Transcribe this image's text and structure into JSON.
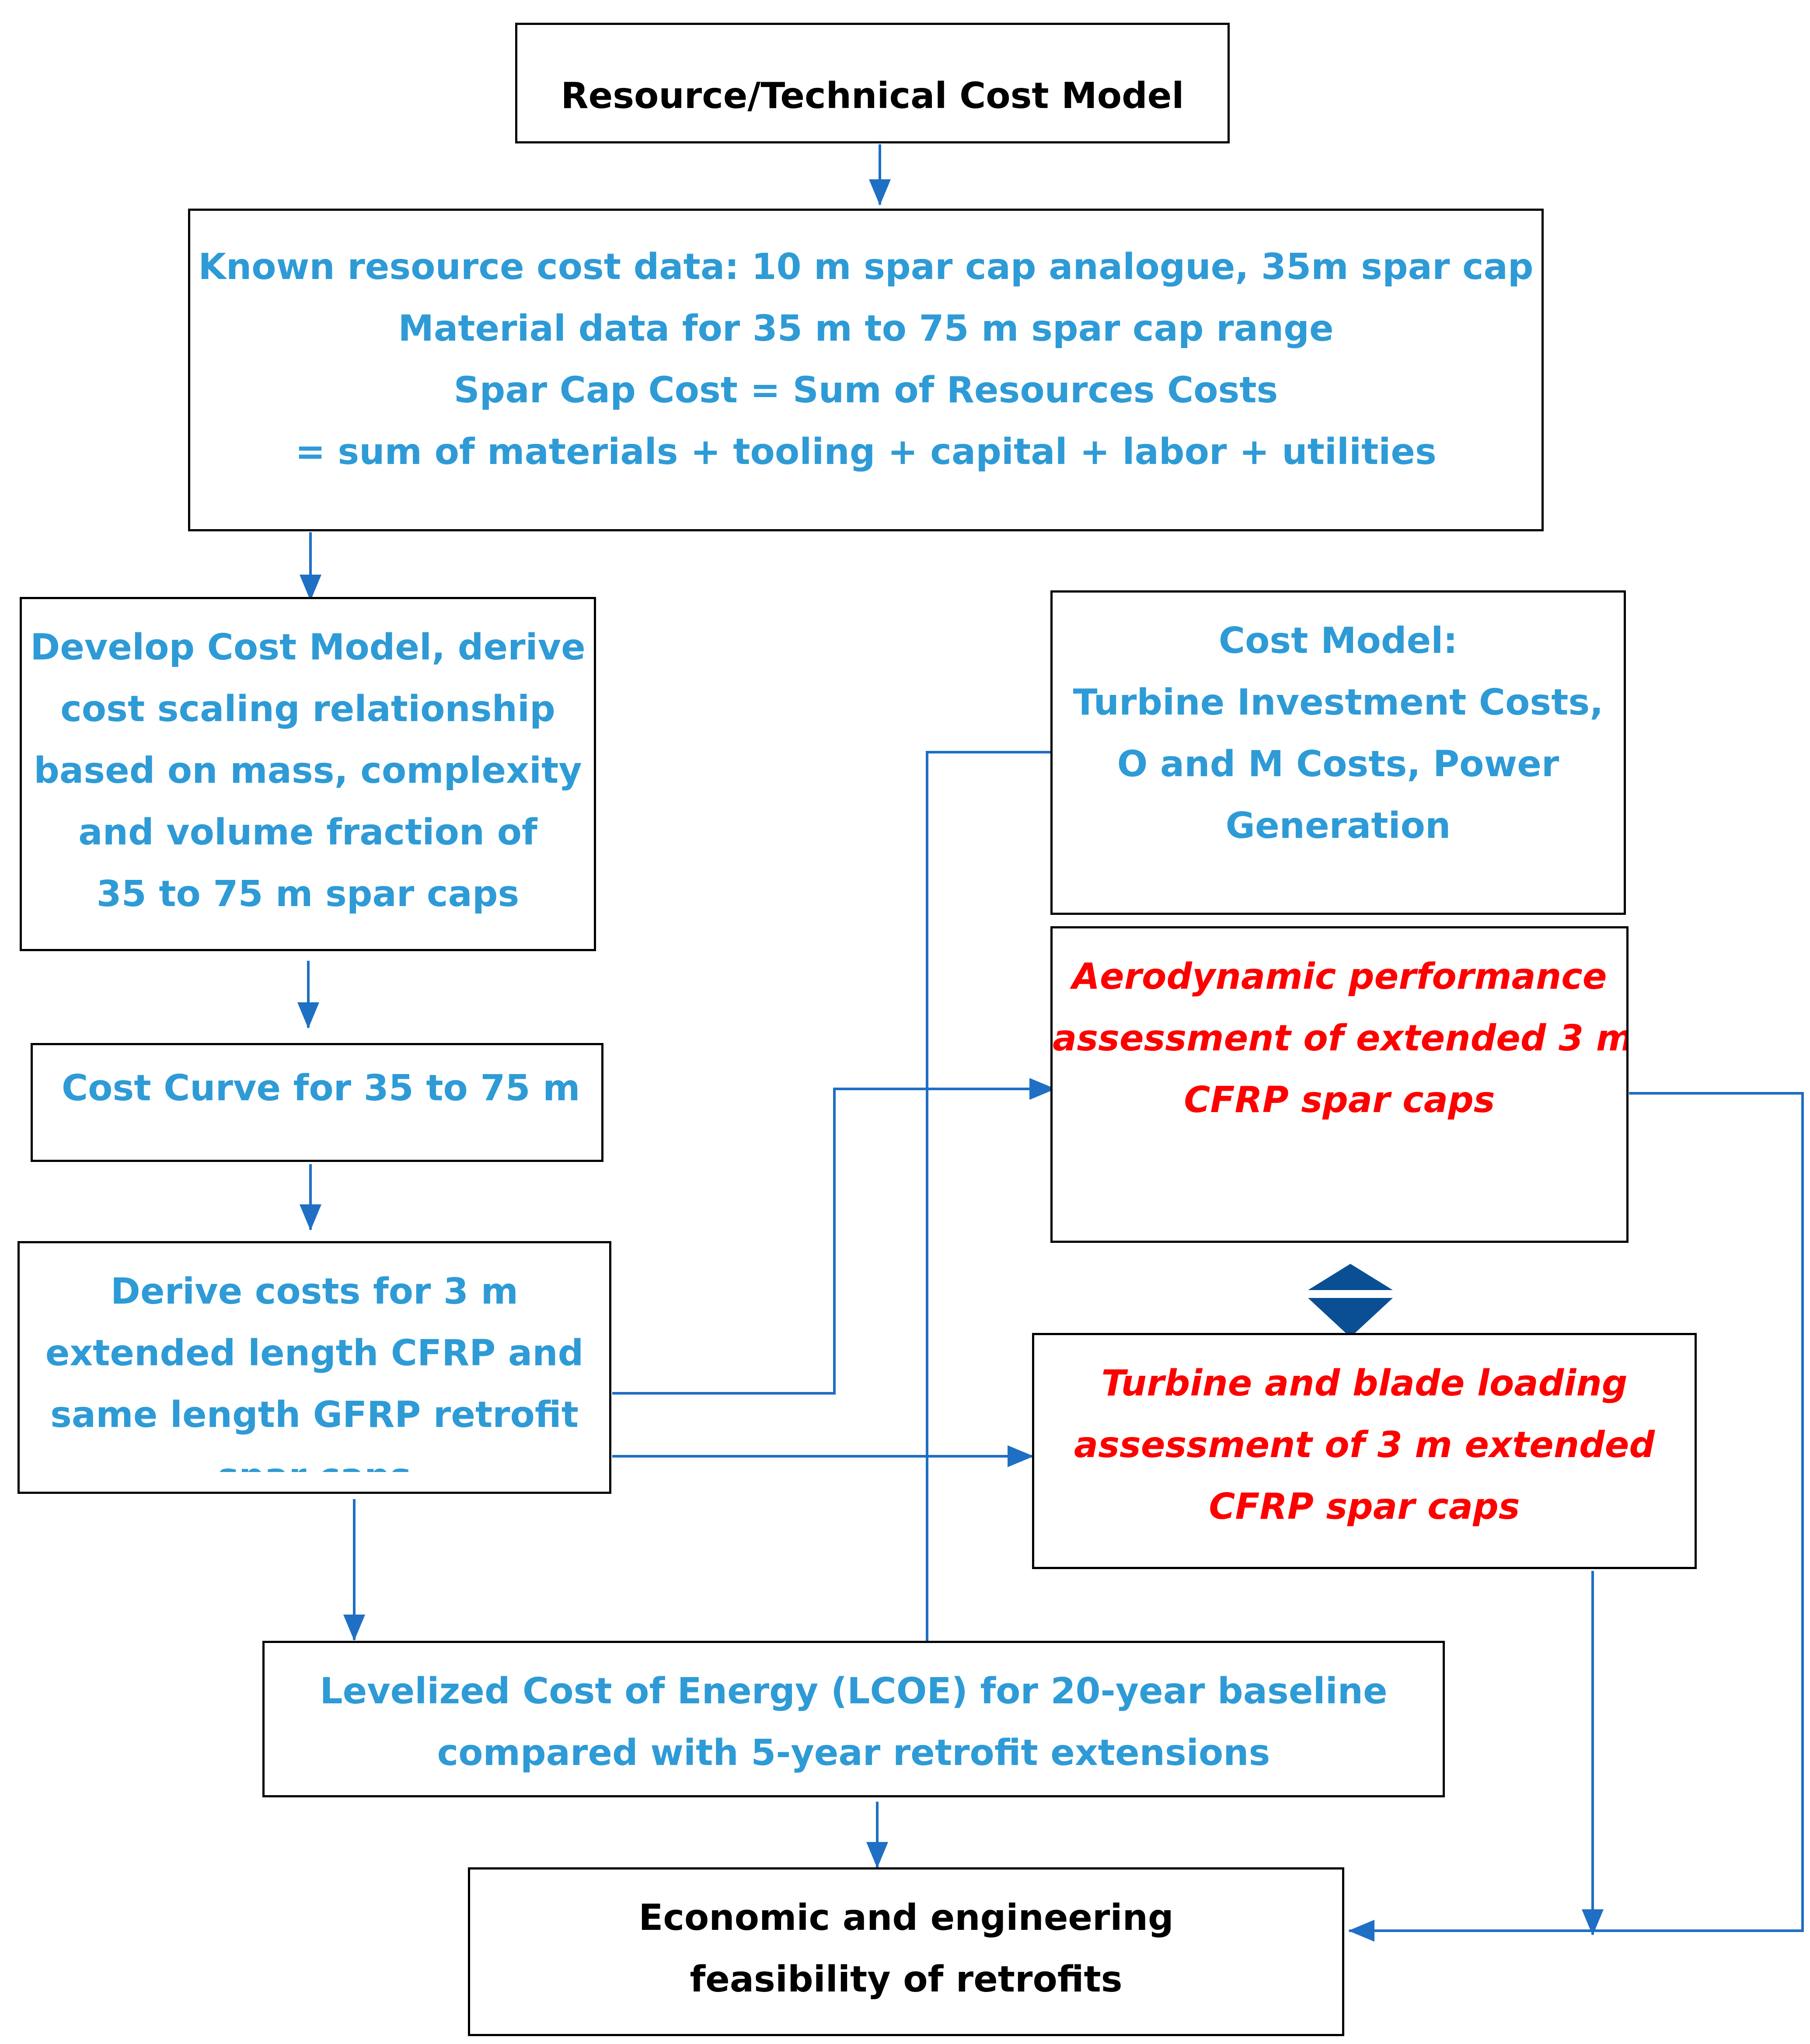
{
  "colors": {
    "accent_text": "#2e9bd6",
    "highlight_text": "#ff0000",
    "connector": "#1f6fc4",
    "double_arrow": "#0a4f94",
    "border": "#000000"
  },
  "nodes": {
    "resource_model": {
      "lines": [
        "Resource/Technical Cost Model"
      ]
    },
    "known_data": {
      "lines": [
        "Known resource cost data: 10 m spar cap analogue, 35m spar cap",
        "Material data for 35 m to 75 m spar cap range",
        "Spar Cap Cost = Sum of Resources Costs",
        "= sum of materials + tooling + capital + labor + utilities"
      ]
    },
    "develop_model": {
      "lines": [
        "Develop Cost Model, derive",
        "cost scaling relationship",
        "based on mass, complexity",
        "and volume fraction of",
        "35 to 75 m spar caps"
      ]
    },
    "cost_model_turbine": {
      "lines": [
        "Cost Model:",
        "Turbine Investment Costs,",
        "O and M Costs, Power",
        "Generation"
      ]
    },
    "aero_assessment": {
      "lines": [
        "Aerodynamic performance",
        "assessment of extended 3 m",
        "CFRP spar caps"
      ]
    },
    "cost_curve": {
      "lines": [
        "Cost Curve for 35 to 75 m"
      ]
    },
    "derive_costs": {
      "lines": [
        "Derive costs for 3 m",
        "extended length CFRP and",
        "same length GFRP retrofit",
        "spar caps"
      ]
    },
    "turbine_loading": {
      "lines": [
        "Turbine and blade loading",
        "assessment of 3 m extended",
        "CFRP spar caps"
      ]
    },
    "lcoe": {
      "lines": [
        "Levelized Cost of Energy (LCOE) for 20-year baseline",
        "compared with 5-year retrofit extensions"
      ]
    },
    "feasibility": {
      "lines": [
        "Economic and engineering",
        "feasibility of retrofits"
      ]
    }
  }
}
